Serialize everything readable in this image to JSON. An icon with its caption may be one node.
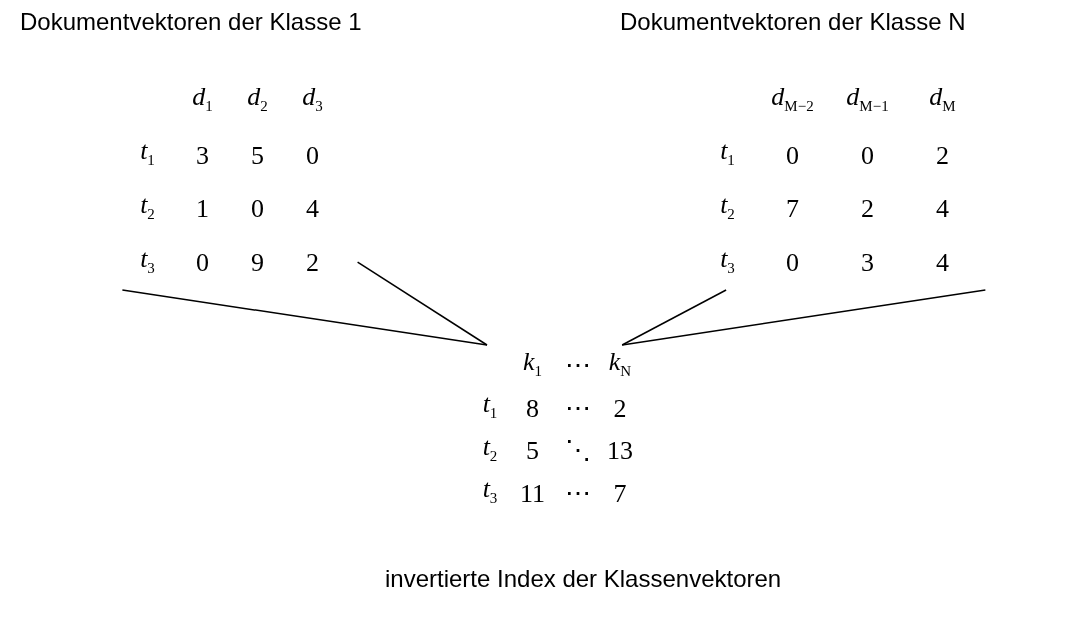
{
  "diagram": {
    "nodes": [
      {
        "text": [
          "*d*$_{1}$",
          "*d*$_{2}$",
          "*d*$_{3}$",
          "*t*$_{1}$",
          "3",
          "5",
          "0",
          "*t*$_{2}$",
          "1",
          "0",
          "4",
          "*t*$_{3}$",
          "0",
          "9",
          "2"
        ],
        "beside": [
          "Dokumentvektoren der Klasse 1"
        ]
      },
      {
        "text": [
          "*d*$_{M−2}$",
          "*d*$_{M−1}$",
          "*d*$_{M}$",
          "*t*$_{1}$",
          "0",
          "0",
          "2",
          "*t*$_{2}$",
          "7",
          "2",
          "4",
          "*t*$_{3}$",
          "0",
          "3",
          "4"
        ],
        "beside": [
          "Dokumentvektoren der Klasse N"
        ]
      },
      {
        "text": [
          "*k*$_{1}$",
          "⋯",
          "*k*$_{N}$",
          "*t*$_{1}$",
          "8",
          "⋯",
          "2",
          "*t*$_{2}$",
          "5",
          "⋱",
          "13",
          "*t*$_{3}$",
          "11",
          "⋯",
          "7"
        ],
        "beside": [
          "invertierte Index der Klassenvektoren"
        ]
      }
    ],
    "edges": [
      {
        "from": 0,
        "to": 2,
        "arrow": "none"
      },
      {
        "from": 0,
        "to": 2,
        "arrow": "none"
      },
      {
        "from": 1,
        "to": 2,
        "arrow": "none"
      },
      {
        "from": 1,
        "to": 2,
        "arrow": "none"
      }
    ]
  }
}
